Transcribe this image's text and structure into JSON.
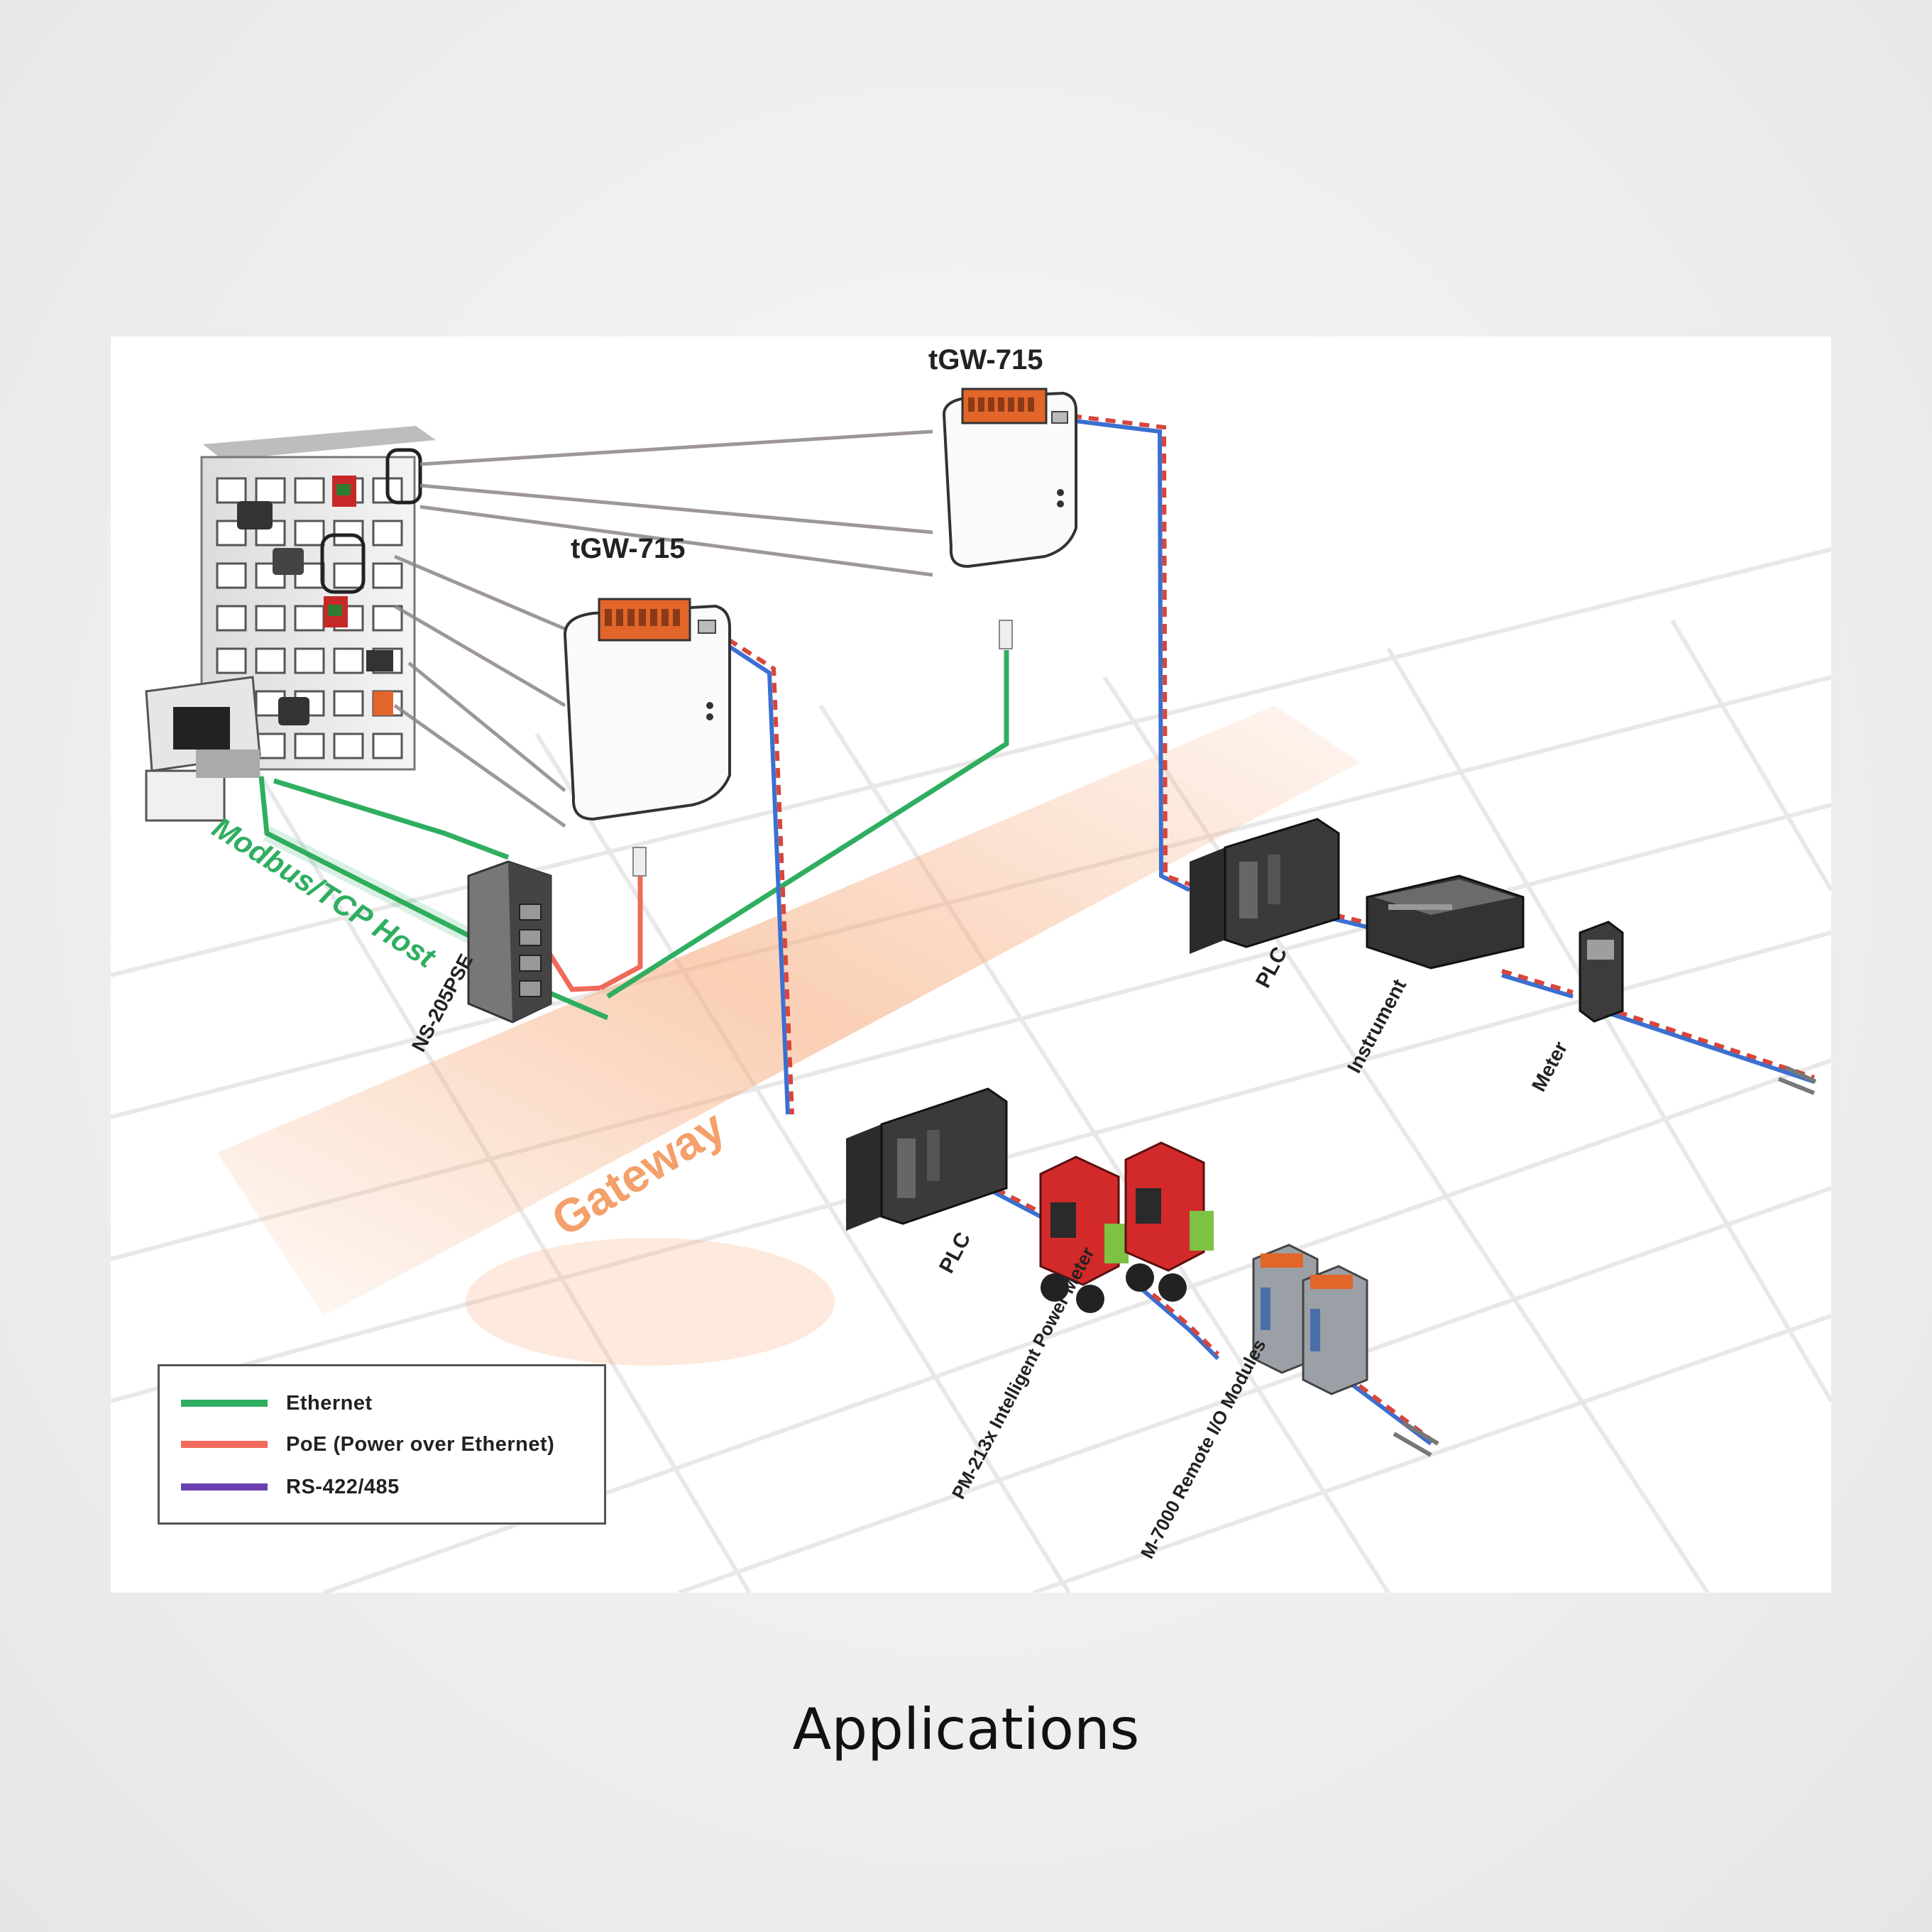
{
  "caption": "Applications",
  "colors": {
    "ethernet": "#2fae60",
    "poe": "#ef6a5a",
    "rs485": "#6a3fb0",
    "gateway_band": "#f6a878",
    "module_orange": "#e2652a",
    "power_meter_red": "#d22a2a"
  },
  "devices": {
    "gateway_top_label": "tGW-715",
    "gateway_mid_label": "tGW-715",
    "host_label": "Modbus/TCP Host",
    "switch_label": "NS-205PSE",
    "gateway_band_label": "Gateway",
    "plc_upper_label": "PLC",
    "plc_lower_label": "PLC",
    "instrument_label": "Instrument",
    "meter_label": "Meter",
    "power_meter_label": "PM-213x Intelligent Power Meter",
    "remote_io_label": "M-7000 Remote I/O Modules"
  },
  "legend": {
    "items": [
      {
        "label": "Ethernet",
        "color": "#2fae60"
      },
      {
        "label": "PoE (Power over Ethernet)",
        "color": "#ef6a5a"
      },
      {
        "label": "RS-422/485",
        "color": "#6a3fb0"
      }
    ]
  }
}
